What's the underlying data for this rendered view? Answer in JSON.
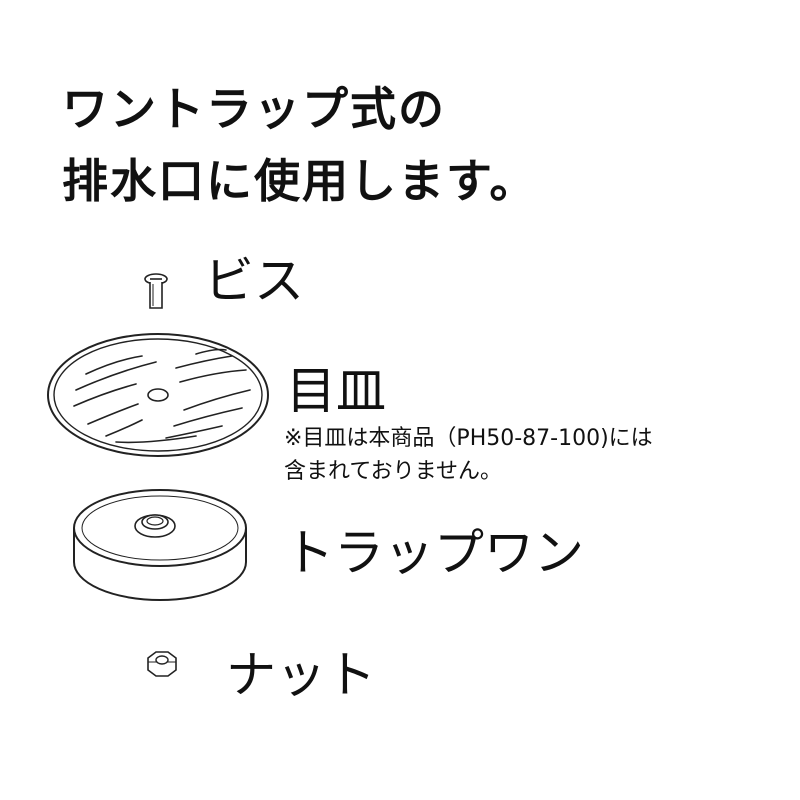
{
  "heading": {
    "line1": "ワントラップ式の",
    "line2": "排水口に使用します。"
  },
  "parts": {
    "screw": {
      "label": "ビス",
      "icon": "screw-icon"
    },
    "grate": {
      "label": "目皿",
      "note_line1": "※目皿は本商品（PH50-87-100)には",
      "note_line2": "含まれておりません。",
      "icon": "drain-grate-icon"
    },
    "trap": {
      "label": "トラップワン",
      "icon": "trap-icon"
    },
    "nut": {
      "label": "ナット",
      "icon": "nut-icon"
    }
  },
  "colors": {
    "line": "#222222",
    "background": "#ffffff"
  }
}
